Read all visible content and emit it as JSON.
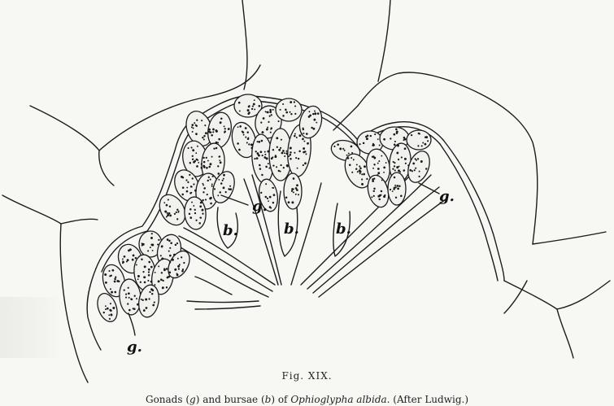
{
  "labels": {
    "g1": "g.",
    "g2": "g.",
    "g3": "g.",
    "b1": "b.",
    "b2": "b.",
    "b3": "b."
  },
  "caption": {
    "figure_number": "Fig. XIX.",
    "prefix": "Gonads (",
    "g_letter": "g",
    "middle": ") and bursae (",
    "b_letter": "b",
    "mid2": ") of ",
    "species": "Ophioglypha albida",
    "suffix": ". (After Ludwig.)"
  }
}
